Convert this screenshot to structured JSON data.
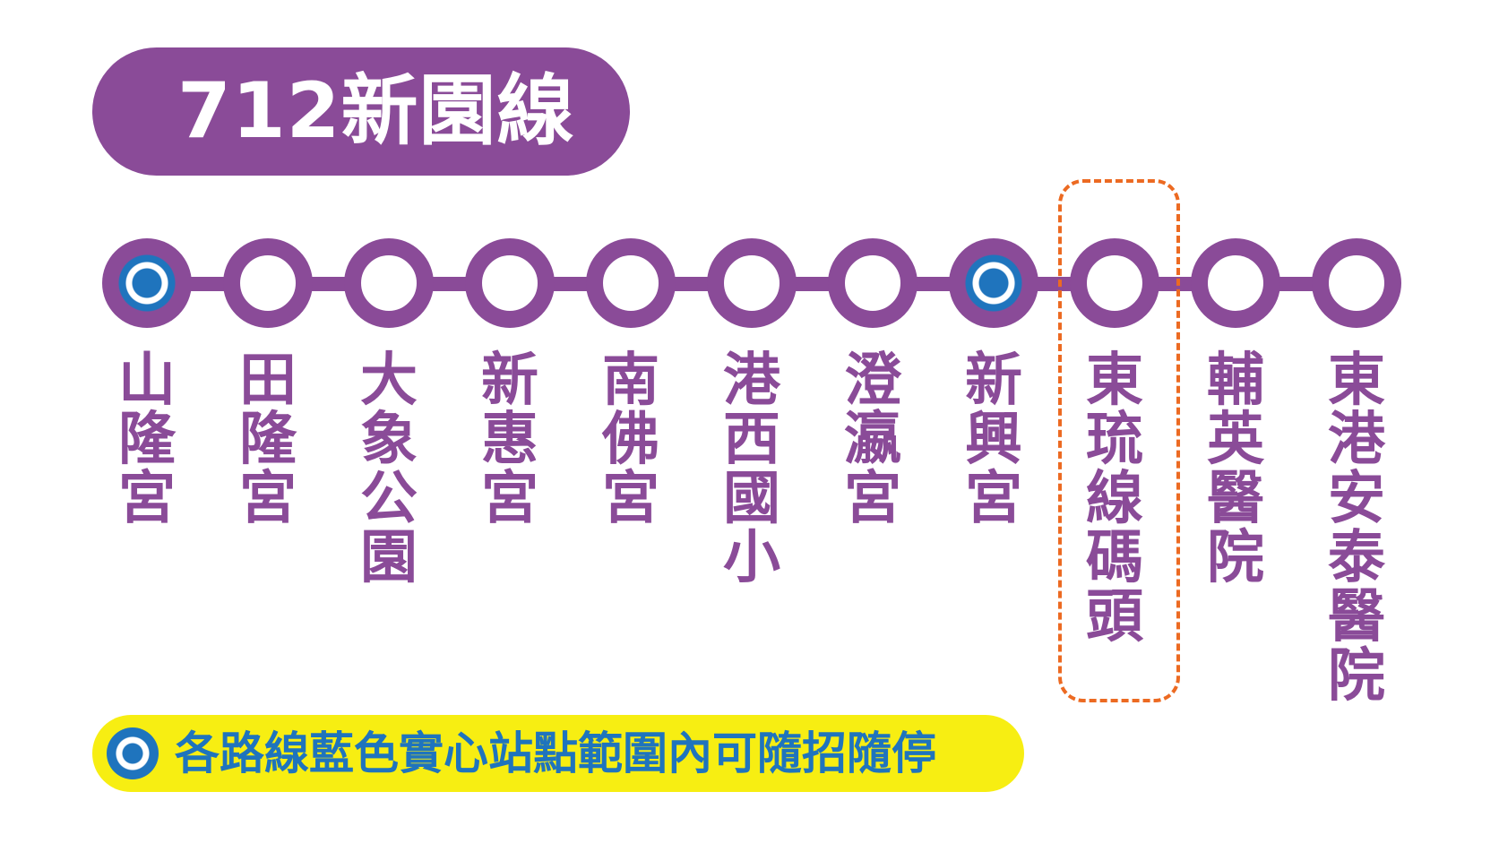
{
  "route": {
    "title": "712新園線"
  },
  "stations": [
    {
      "name": "山隆宮",
      "stop": true
    },
    {
      "name": "田隆宮",
      "stop": false
    },
    {
      "name": "大象公園",
      "stop": false
    },
    {
      "name": "新惠宮",
      "stop": false
    },
    {
      "name": "南佛宮",
      "stop": false
    },
    {
      "name": "港西國小",
      "stop": false
    },
    {
      "name": "澄瀛宮",
      "stop": false
    },
    {
      "name": "新興宮",
      "stop": true
    },
    {
      "name": "東琉線碼頭",
      "stop": false,
      "highlighted": true
    },
    {
      "name": "輔英醫院",
      "stop": false
    },
    {
      "name": "東港安泰醫院",
      "stop": false
    }
  ],
  "legend": {
    "text": "各路線藍色實心站點範圍內可隨招隨停"
  },
  "colors": {
    "route": "#8a4b98",
    "stop": "#1f74bd",
    "highlight": "#ec6a22",
    "legend_bg": "#f7ee12"
  }
}
